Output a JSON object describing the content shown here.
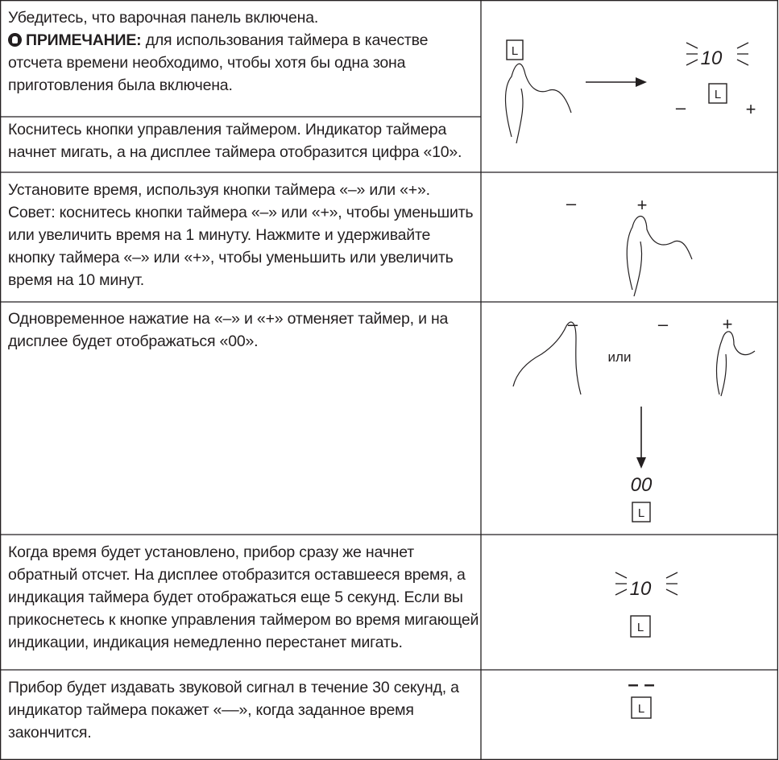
{
  "rows": [
    {
      "text": "Убедитесь, что варочная панель включена.",
      "note_label": "ПРИМЕЧАНИЕ:",
      "note_text": " для использования таймера в качестве отсчета времени необходимо, чтобы хотя бы одна зона приготовления была включена."
    },
    {
      "text": "Коснитесь кнопки управления таймером. Индикатор таймера начнет мигать, а на дисплее таймера отобразится цифра «10»."
    },
    {
      "text": "Установите время, используя кнопки таймера «–» или «+». Совет: коснитесь кнопки таймера «–» или «+», чтобы уменьшить или увеличить время на 1 минуту. Нажмите и удерживайте кнопку таймера «–» или «+», чтобы уменьшить или увеличить время на 10 минут."
    },
    {
      "text": "Одновременное нажатие на «–» и «+» отменяет таймер, и на дисплее будет отображаться «00»."
    },
    {
      "text": "Когда время будет установлено, прибор сразу же начнет обратный отсчет. На дисплее отобразится оставшееся время, а индикация таймера будет отображаться еще 5 секунд. Если вы прикоснетесь к кнопке управления таймером во время мигающей индикации, индикация немедленно перестанет мигать."
    },
    {
      "text": "Прибор будет издавать звуковой сигнал в течение 30 секунд, а индикатор таймера покажет «––», когда заданное время закончится."
    }
  ],
  "illustrations": {
    "timer_symbol": "L",
    "minus": "–",
    "plus": "+",
    "display_ten": "10",
    "display_zero": "00",
    "display_dashes": "– –",
    "or_label": "или"
  }
}
